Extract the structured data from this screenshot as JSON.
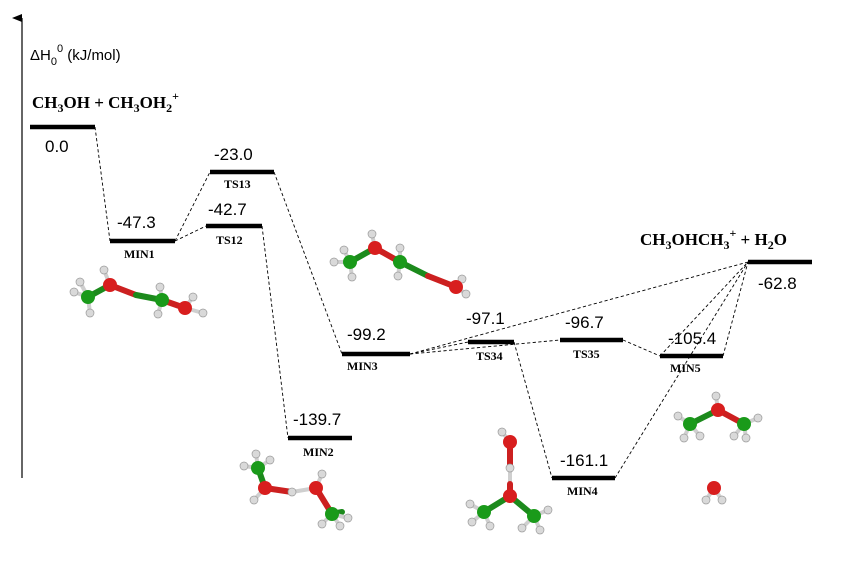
{
  "axis": {
    "label_main": "ΔH",
    "label_sub": "0",
    "label_sup": "0",
    "label_unit": " (kJ/mol)"
  },
  "reactant": {
    "part1": "CH",
    "sub1": "3",
    "part2": "OH + CH",
    "sub2": "3",
    "part3": "OH",
    "sub3": "2",
    "sup": "+"
  },
  "product": {
    "part1": "CH",
    "sub1": "3",
    "part2": "OHCH",
    "sub2": "3",
    "sup": "+",
    "part3": " + H",
    "sub3": "2",
    "part4": "O"
  },
  "levels": {
    "reactant": {
      "value": "0.0"
    },
    "min1": {
      "value": "-47.3",
      "label": "MIN1"
    },
    "ts13": {
      "value": "-23.0",
      "label": "TS13"
    },
    "ts12": {
      "value": "-42.7",
      "label": "TS12"
    },
    "min2": {
      "value": "-139.7",
      "label": "MIN2"
    },
    "min3": {
      "value": "-99.2",
      "label": "MIN3"
    },
    "ts34": {
      "value": "-97.1",
      "label": "TS34"
    },
    "ts35": {
      "value": "-96.7",
      "label": "TS35"
    },
    "min5": {
      "value": "-105.4",
      "label": "MIN5"
    },
    "min4": {
      "value": "-161.1",
      "label": "MIN4"
    },
    "product": {
      "value": "-62.8"
    }
  },
  "colors": {
    "carbon": "#1a9a1a",
    "oxygen": "#d81e1e",
    "hydrogen": "#d9d9d9"
  }
}
